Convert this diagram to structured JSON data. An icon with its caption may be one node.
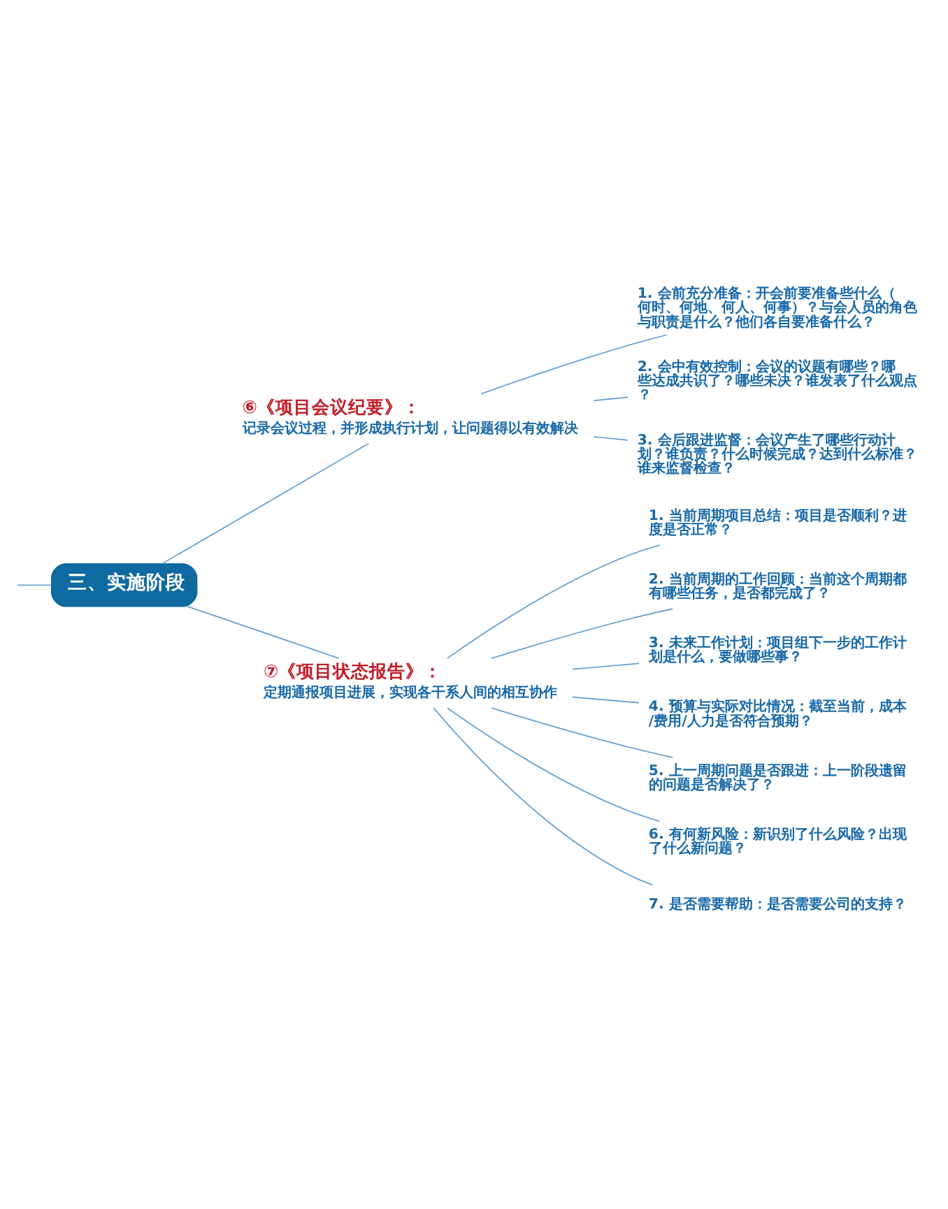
{
  "diagram": {
    "nodes": [
      {
        "text": [
          "三、实施阶段"
        ]
      },
      {
        "text": [
          "⑥《项目会议纪要》：",
          "记录会议过程，并形成执行计划，让问题得以有效解决"
        ]
      },
      {
        "text": [
          "1. 会前充分准备：开会前要准备些什么（何时、何地、何人、何事）？与会人员的角色与职责是什么？他们各自要准备什么？"
        ]
      },
      {
        "text": [
          "2. 会中有效控制：会议的议题有哪些？哪些达成共识了？哪些未决？谁发表了什么观点？"
        ]
      },
      {
        "text": [
          "3. 会后跟进监督：会议产生了哪些行动计划？谁负责？什么时候完成？达到什么标准？谁来监督检查？"
        ]
      },
      {
        "text": [
          "⑦《项目状态报告》：",
          "定期通报项目进展，实现各干系人间的相互协作"
        ]
      },
      {
        "text": [
          "1. 当前周期项目总结：项目是否顺利？进度是否正常？"
        ]
      },
      {
        "text": [
          "2. 当前周期的工作回顾：当前这个周期都有哪些任务，是否都完成了？"
        ]
      },
      {
        "text": [
          "3. 未来工作计划：项目组下一步的工作计划是什么，要做哪些事？"
        ]
      },
      {
        "text": [
          "4. 预算与实际对比情况：截至当前，成本/费用/人力是否符合预期？"
        ]
      },
      {
        "text": [
          "5. 上一周期问题是否跟进：上一阶段遗留的问题是否解决了？"
        ]
      },
      {
        "text": [
          "6. 有何新风险：新识别了什么风险？出现了什么新问题？"
        ]
      },
      {
        "text": [
          "7. 是否需要帮助：是否需要公司的支持？"
        ]
      }
    ],
    "edges": [
      {
        "from": null,
        "to": 0,
        "arrow": "none"
      },
      {
        "from": 0,
        "to": 1,
        "arrow": "none"
      },
      {
        "from": 0,
        "to": 5,
        "arrow": "none"
      },
      {
        "from": 1,
        "to": 2,
        "arrow": "none"
      },
      {
        "from": 1,
        "to": 3,
        "arrow": "none"
      },
      {
        "from": 1,
        "to": 4,
        "arrow": "none"
      },
      {
        "from": 5,
        "to": 6,
        "arrow": "none"
      },
      {
        "from": 5,
        "to": 7,
        "arrow": "none"
      },
      {
        "from": 5,
        "to": 8,
        "arrow": "none"
      },
      {
        "from": 5,
        "to": 9,
        "arrow": "none"
      },
      {
        "from": 5,
        "to": 10,
        "arrow": "none"
      },
      {
        "from": 5,
        "to": 11,
        "arrow": "none"
      },
      {
        "from": 5,
        "to": 12,
        "arrow": "none"
      }
    ]
  }
}
